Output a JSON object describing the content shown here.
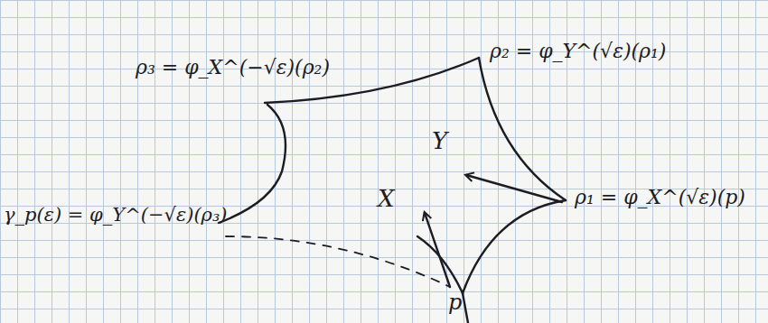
{
  "diagram": {
    "labels": [
      "ρ₃ = φ_X^(−√ε)(ρ₂)",
      "ρ₂ = φ_Y^(√ε)(ρ₁)",
      "ρ₁ = φ_X^(√ε)(p)",
      "γ_p(ε) = φ_Y^(−√ε)(ρ₃)",
      "X",
      "Y",
      "p"
    ]
  }
}
